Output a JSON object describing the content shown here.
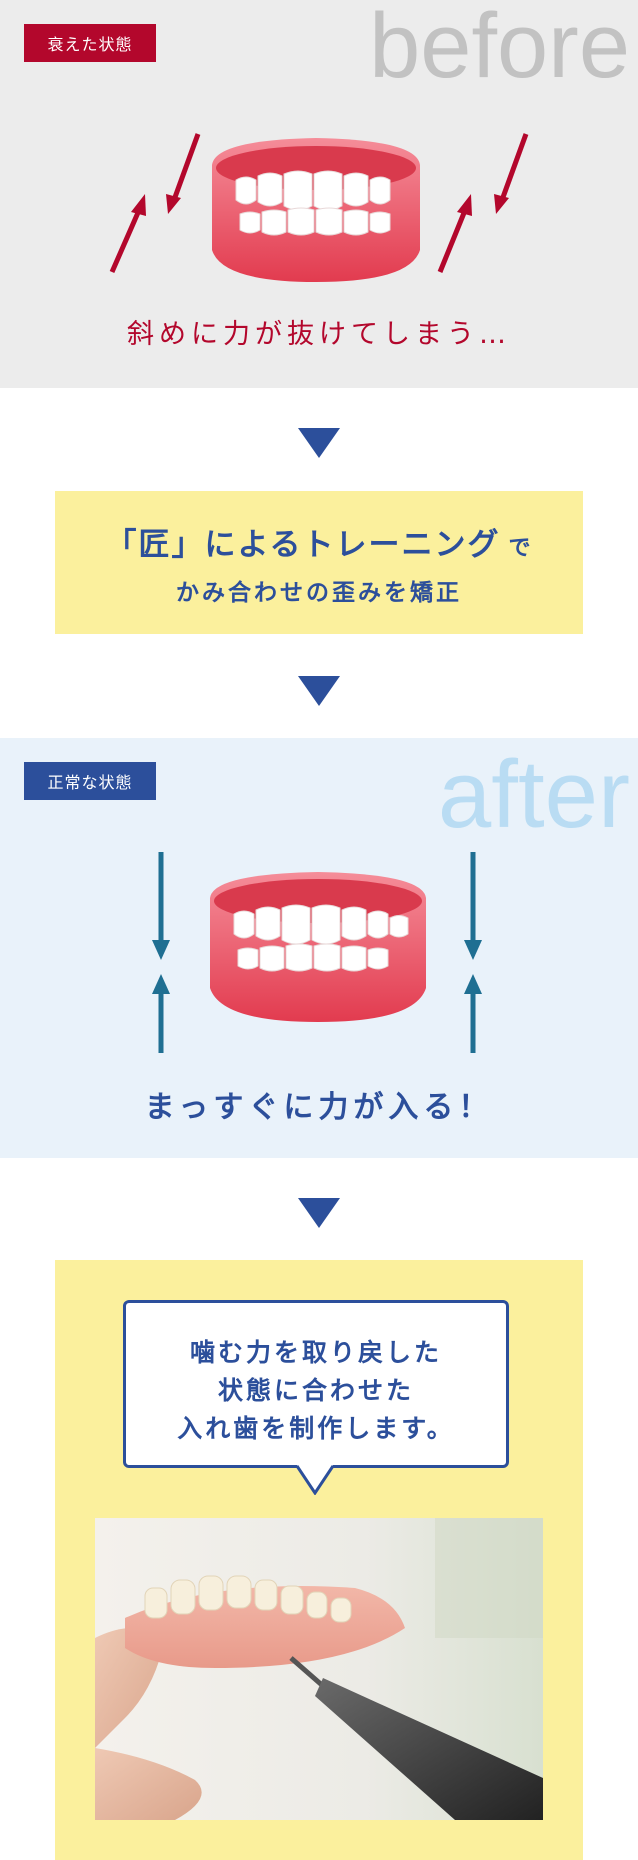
{
  "before": {
    "tag": "衰えた状態",
    "word": "before",
    "caption": "斜めに力が抜けてしまう…"
  },
  "training": {
    "line1_main": "「匠」によるトレーニング",
    "line1_suffix": "で",
    "line2": "かみ合わせの歪みを矯正"
  },
  "after": {
    "tag": "正常な状態",
    "word": "after",
    "caption": "まっすぐに力が入る！"
  },
  "result": {
    "bubble_lines": [
      "噛む力を取り戻した",
      "状態に合わせた",
      "入れ歯を制作します。"
    ]
  },
  "colors": {
    "red": "#b3072c",
    "blue": "#2c4f9b",
    "yellow": "#fbf09d",
    "before_bg": "#ececec",
    "after_bg": "#e9f2fa"
  }
}
